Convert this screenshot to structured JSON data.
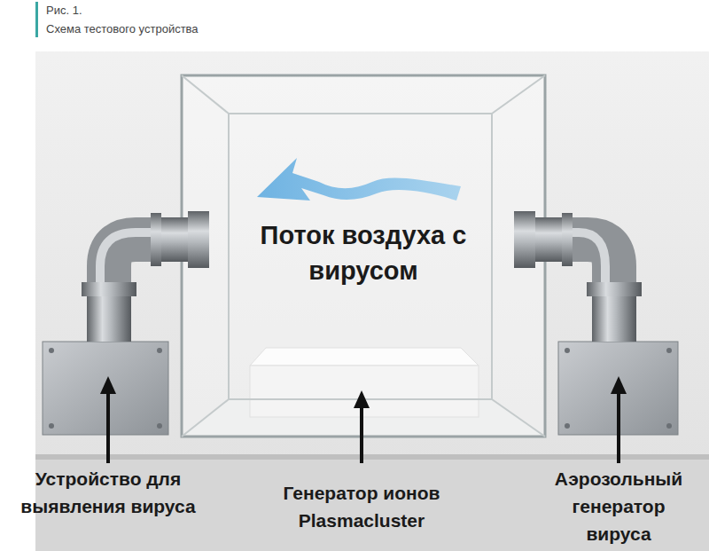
{
  "diagram": {
    "title": "Схема тестового устройства",
    "nodes": [
      {
        "text": [
          "Поток воздуха с вирусом"
        ]
      }
    ],
    "labels": [
      "Рис. 1.",
      "Устройство для выявления вируса",
      "Генератор ионов Plasmacluster",
      "Аэрозольный генератор вируса"
    ]
  }
}
